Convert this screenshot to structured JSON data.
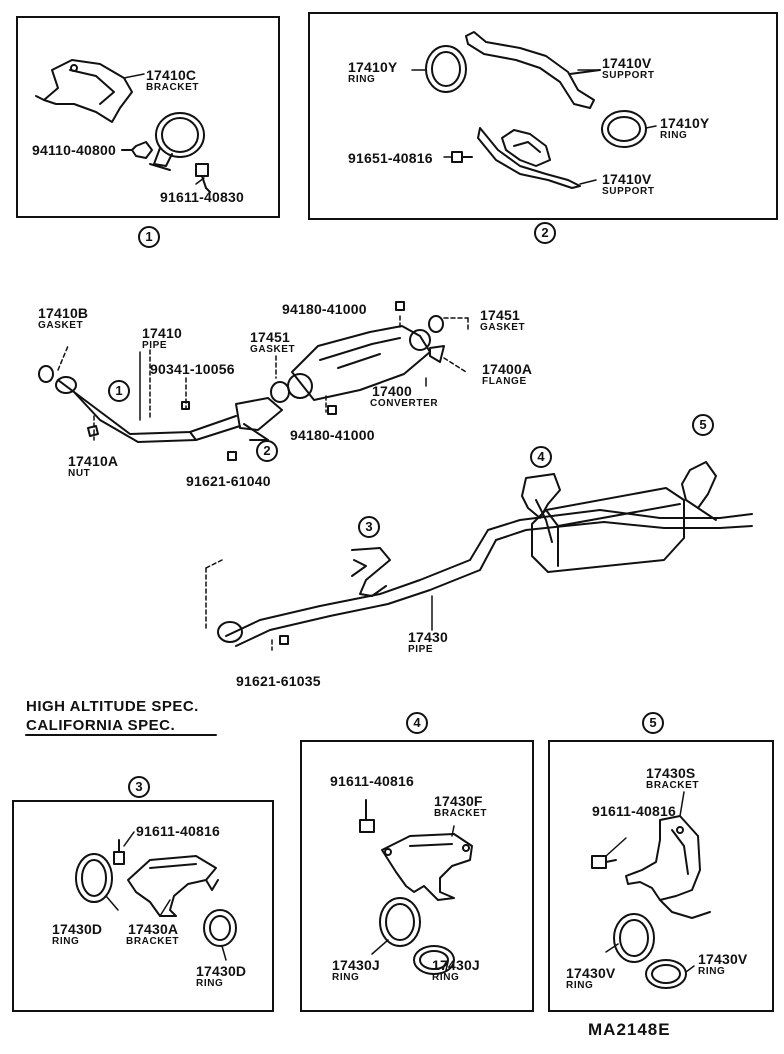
{
  "callouts": {
    "b1": "1",
    "b2": "2",
    "b3": "3",
    "b4": "4",
    "b5": "5",
    "m1": "1",
    "m2": "2",
    "m3": "3",
    "m4": "4",
    "m5": "5"
  },
  "box1": {
    "bracket": {
      "part": "17410C",
      "name": "BRACKET"
    },
    "nut": "94110-40800",
    "bolt": "91611-40830"
  },
  "box2": {
    "ring_a": {
      "part": "17410Y",
      "name": "RING"
    },
    "support_a": {
      "part": "17410V",
      "name": "SUPPORT"
    },
    "ring_b": {
      "part": "17410Y",
      "name": "RING"
    },
    "bolt": "91651-40816",
    "support_b": {
      "part": "17410V",
      "name": "SUPPORT"
    }
  },
  "main": {
    "gasket_b": {
      "part": "17410B",
      "name": "GASKET"
    },
    "pipe": {
      "part": "17410",
      "name": "PIPE"
    },
    "bolt_a": "90341-10056",
    "nut": {
      "part": "17410A",
      "name": "NUT"
    },
    "bolt_b": "91621-61040",
    "gasket_451a": {
      "part": "17451",
      "name": "GASKET"
    },
    "bolt_c": "94180-41000",
    "gasket_451b": {
      "part": "17451",
      "name": "GASKET"
    },
    "converter": {
      "part": "17400",
      "name": "CONVERTER"
    },
    "flange": {
      "part": "17400A",
      "name": "FLANGE"
    },
    "bolt_d": "94180-41000",
    "pipe_rear": {
      "part": "17430",
      "name": "PIPE"
    },
    "bolt_e": "91621-61035"
  },
  "spec": {
    "line1": "HIGH ALTITUDE SPEC.",
    "line2": "CALIFORNIA SPEC."
  },
  "box3": {
    "bolt": "91611-40816",
    "ring_a": {
      "part": "17430D",
      "name": "RING"
    },
    "bracket": {
      "part": "17430A",
      "name": "BRACKET"
    },
    "ring_b": {
      "part": "17430D",
      "name": "RING"
    }
  },
  "box4": {
    "bolt": "91611-40816",
    "bracket": {
      "part": "17430F",
      "name": "BRACKET"
    },
    "ring_a": {
      "part": "17430J",
      "name": "RING"
    },
    "ring_b": {
      "part": "17430J",
      "name": "RING"
    }
  },
  "box5": {
    "bracket": {
      "part": "17430S",
      "name": "BRACKET"
    },
    "bolt": "91611-40816",
    "ring_a": {
      "part": "17430V",
      "name": "RING"
    },
    "ring_b": {
      "part": "17430V",
      "name": "RING"
    }
  },
  "drawing_code": "MA2148E",
  "colors": {
    "ink": "#111111",
    "paper": "#ffffff"
  }
}
